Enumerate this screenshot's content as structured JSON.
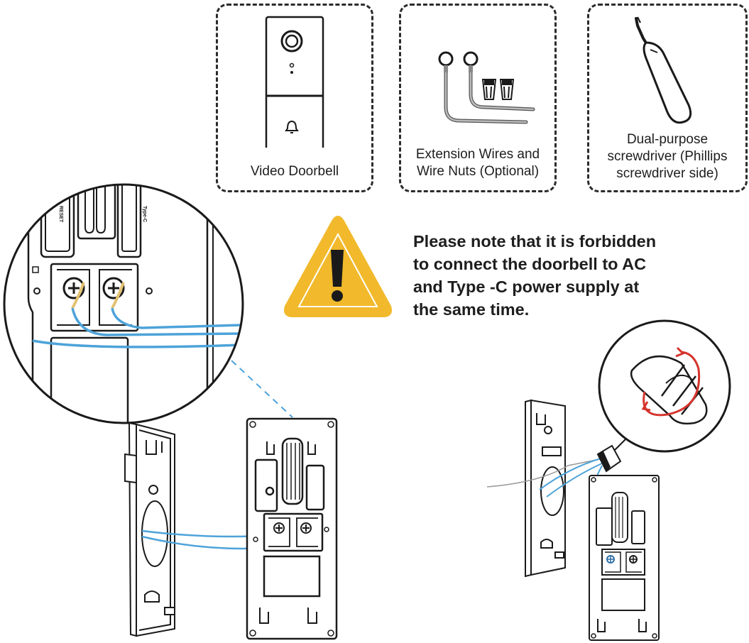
{
  "items": {
    "doorbell": {
      "label": "Video Doorbell"
    },
    "wires": {
      "line1": "Extension Wires and",
      "line2": "Wire Nuts (Optional)"
    },
    "screwdriver": {
      "line1": "Dual-purpose",
      "line2": "screwdriver (Phillips",
      "line3": "screwdriver side)"
    }
  },
  "warning": {
    "icon": "warning-triangle-icon",
    "line1": "Please note that it is forbidden",
    "line2": "to connect the doorbell to AC",
    "line3": "and Type -C power supply at",
    "line4": "the same time."
  },
  "device_labels": {
    "reset": "RESET",
    "typec": "Type-C"
  },
  "colors": {
    "warning_fill": "#f1b92b",
    "wire_blue": "#4da3d9",
    "wire_core": "#e3c272",
    "rotate_arrow": "#d5342c",
    "outline": "#1a1a1a"
  }
}
